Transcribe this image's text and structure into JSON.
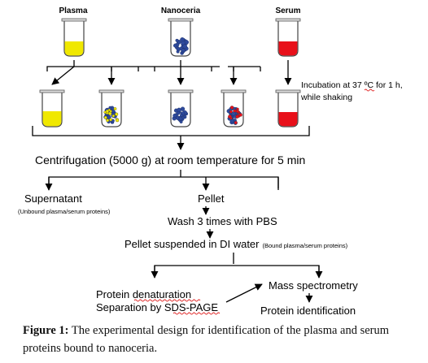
{
  "diagram": {
    "top_labels": {
      "plasma": "Plasma",
      "nanoceria": "Nanoceria",
      "serum": "Serum"
    },
    "incubation": {
      "line1_prefix": "Incubation at 37 ",
      "line1_unit": "ºC",
      "line1_suffix": " for 1 h,",
      "line2": "while shaking"
    },
    "centrifugation": "Centrifugation (5000 g) at room temperature for 5 min",
    "supernatant": "Supernatant",
    "supernatant_note": "(Unbound plasma/serum proteins)",
    "pellet": "Pellet",
    "wash": "Wash 3 times with PBS",
    "suspended": "Pellet suspended in DI water",
    "suspended_note": "(Bound plasma/serum proteins)",
    "denaturation_prefix": "Protein ",
    "denaturation_word": "denaturation",
    "separation_prefix": "Separation by ",
    "separation_word": "SDS-PAGE",
    "mass_spec": "Mass spectrometry",
    "identification": "Protein identification",
    "colors": {
      "plasma": "#f0e800",
      "serum": "#e8101a",
      "nanoceria": "#2e4a9c",
      "spellcheck": "#e02020"
    }
  },
  "caption": {
    "label": "Figure 1:",
    "text": " The experimental design for identification of the plasma and serum proteins bound to nanoceria."
  }
}
